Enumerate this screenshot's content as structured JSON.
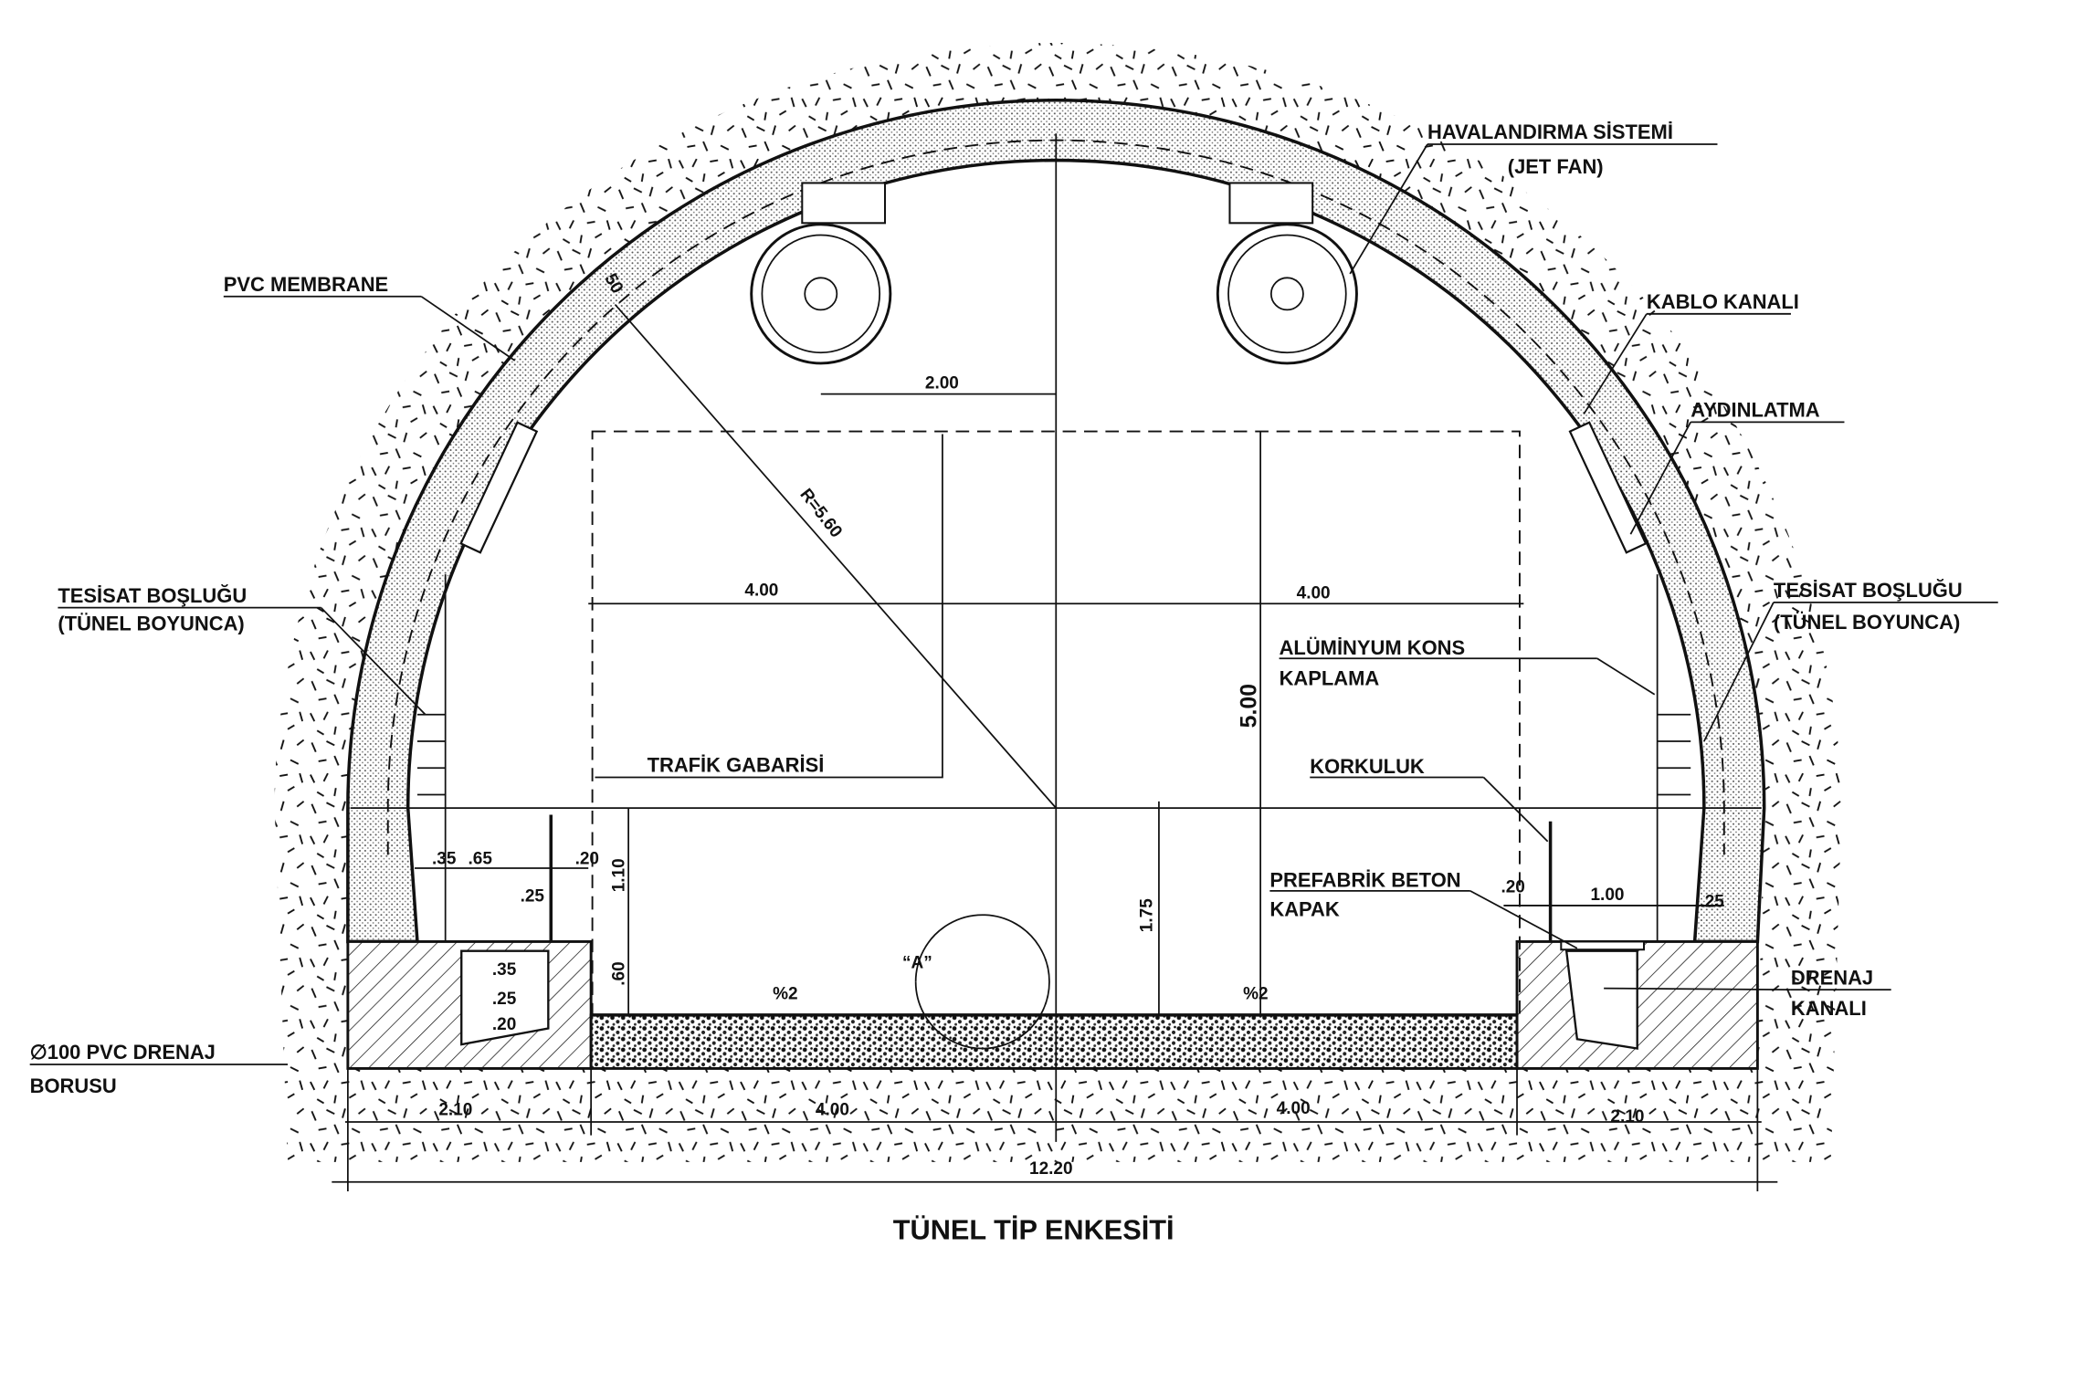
{
  "title": "TÜNEL TİP ENKESİTİ",
  "labels": {
    "ventilation": "HAVALANDIRMA SİSTEMİ",
    "jet_fan": "(JET FAN)",
    "pvc_membrane": "PVC MEMBRANE",
    "cable_channel": "KABLO KANALI",
    "lighting": "AYDINLATMA",
    "utility_left_1": "TESİSAT BOŞLUĞU",
    "utility_left_2": "(TÜNEL BOYUNCA)",
    "utility_right_1": "TESİSAT BOŞLUĞU",
    "utility_right_2": "(TÜNEL BOYUNCA)",
    "aluminium_1": "ALÜMİNYUM KONS",
    "aluminium_2": "KAPLAMA",
    "traffic_gauge": "TRAFİK GABARİSİ",
    "guardrail": "KORKULUK",
    "precast_1": "PREFABRİK BETON",
    "precast_2": "KAPAK",
    "drain_channel_1": "DRENAJ",
    "drain_channel_2": "KANALI",
    "drain_pipe_1": "∅100 PVC DRENAJ",
    "drain_pipe_2": "BORUSU",
    "detail_a": "“A”"
  },
  "dimensions": {
    "fan_offset": "2.00",
    "half_width_left": "4.00",
    "half_width_right": "4.00",
    "gauge_height": "5.00",
    "radius": "R=5.60",
    "lining_thickness": "50",
    "left_35": ".35",
    "left_65": ".65",
    "left_20": ".20",
    "left_25": ".25",
    "left_110": "1.10",
    "left_60": ".60",
    "channel_35": ".35",
    "channel_25": ".25",
    "channel_20": ".20",
    "slope_left": "%2",
    "slope_right": "%2",
    "springline_height": "1.75",
    "right_20": ".20",
    "right_100": "1.00",
    "right_25": ".25",
    "bottom_left_side": "2.10",
    "bottom_left_lane": "4.00",
    "bottom_right_lane": "4.00",
    "bottom_right_side": "2.10",
    "total_width": "12.20"
  }
}
